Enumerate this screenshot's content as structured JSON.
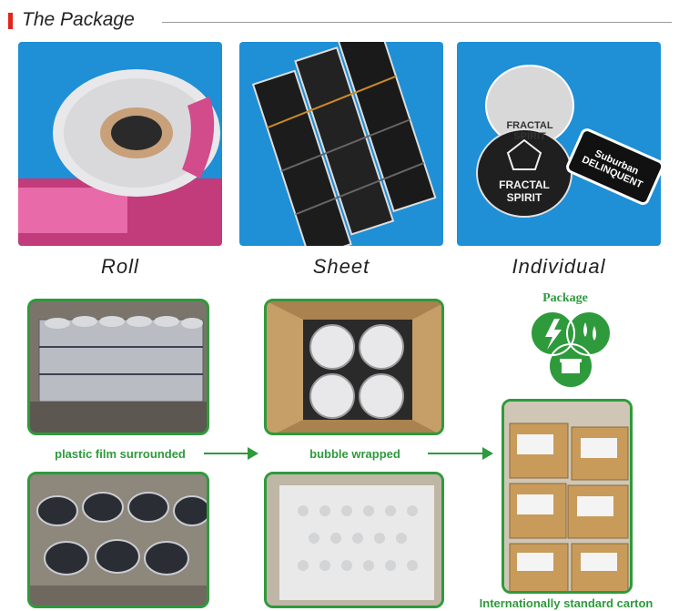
{
  "header": {
    "title": "The Package"
  },
  "top": {
    "roll_label": "Roll",
    "sheet_label": "Sheet",
    "individual_label": "Individual",
    "roll_print": "",
    "individual_logo_top": "FRACTAL SPIRIT",
    "individual_logo_bottom": "FRACTAL SPIRIT",
    "individual_sticker": "Suburban DELINQUENT"
  },
  "steps": {
    "film_label": "plastic film surrounded",
    "bubble_label": "bubble wrapped",
    "carton_label": "Internationally standard carton",
    "package_label": "Package"
  },
  "colors": {
    "accent_green": "#2e9a3c",
    "header_red": "#e1251b",
    "panel_blue": "#1f8fd6"
  }
}
